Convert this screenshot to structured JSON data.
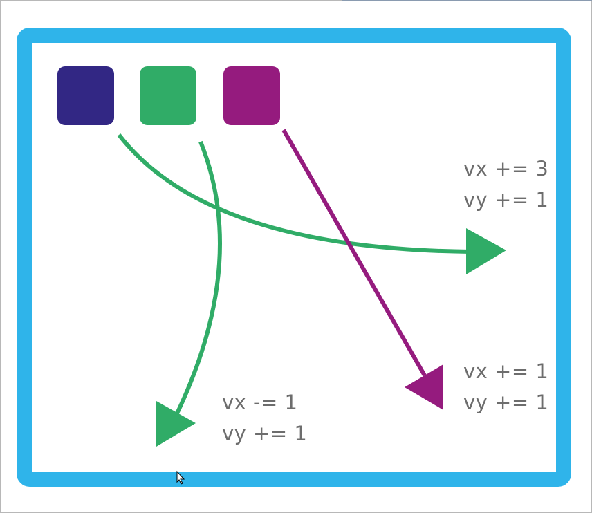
{
  "colors": {
    "frame": "#2fb4ea",
    "square1": "#322784",
    "square2": "#30ac67",
    "square3": "#951b7e",
    "text": "#6d6d6d"
  },
  "squares": [
    {
      "name": "navy-square"
    },
    {
      "name": "green-square"
    },
    {
      "name": "purple-square"
    }
  ],
  "labels": {
    "right_top": {
      "line1": "vx += 3",
      "line2": "vy += 1"
    },
    "right_bottom": {
      "line1": "vx += 1",
      "line2": "vy += 1"
    },
    "bottom_left": {
      "line1": "vx -= 1",
      "line2": "vy += 1"
    }
  },
  "icons": {
    "cursor": "mouse-pointer-icon"
  }
}
